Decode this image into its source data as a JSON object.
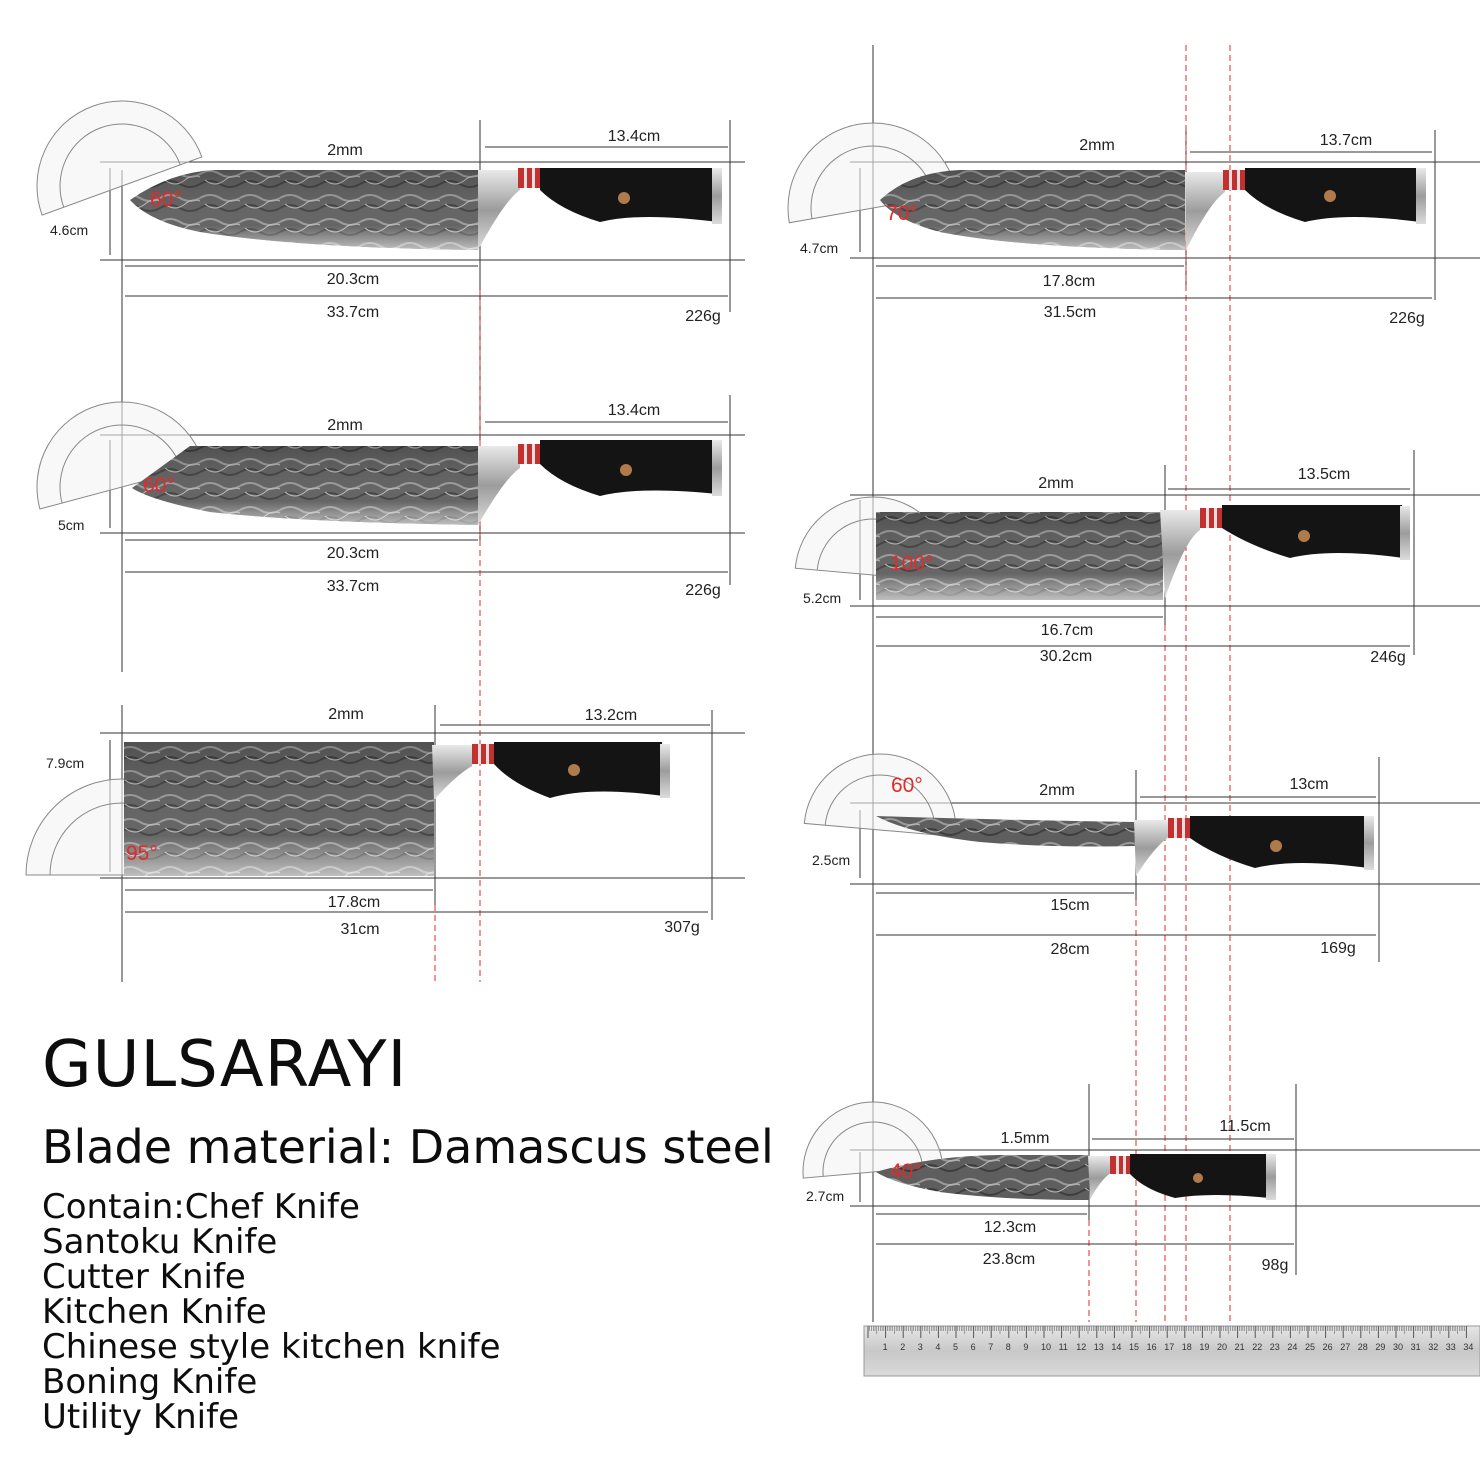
{
  "brand": "GULSARAYI",
  "material": "Blade material: Damascus steel",
  "contains": [
    "Contain:Chef Knife",
    "Santoku Knife",
    "Cutter Knife",
    "Kitchen Knife",
    "Chinese style kitchen knife",
    "Boning Knife",
    "Utility Knife"
  ],
  "knives": [
    {
      "thickness": "2mm",
      "handle": "13.4cm",
      "height": "4.6cm",
      "blade": "20.3cm",
      "total": "33.7cm",
      "weight": "226g",
      "angle": "60°"
    },
    {
      "thickness": "2mm",
      "handle": "13.4cm",
      "height": "5cm",
      "blade": "20.3cm",
      "total": "33.7cm",
      "weight": "226g",
      "angle": "60°"
    },
    {
      "thickness": "2mm",
      "handle": "13.2cm",
      "height": "7.9cm",
      "blade": "17.8cm",
      "total": "31cm",
      "weight": "307g",
      "angle": "95°"
    },
    {
      "thickness": "2mm",
      "handle": "13.7cm",
      "height": "4.7cm",
      "blade": "17.8cm",
      "total": "31.5cm",
      "weight": "226g",
      "angle": "70°"
    },
    {
      "thickness": "2mm",
      "handle": "13.5cm",
      "height": "5.2cm",
      "blade": "16.7cm",
      "total": "30.2cm",
      "weight": "246g",
      "angle": "100°"
    },
    {
      "thickness": "2mm",
      "handle": "13cm",
      "height": "2.5cm",
      "blade": "15cm",
      "total": "28cm",
      "weight": "169g",
      "angle": "60°"
    },
    {
      "thickness": "1.5mm",
      "handle": "11.5cm",
      "height": "2.7cm",
      "blade": "12.3cm",
      "total": "23.8cm",
      "weight": "98g",
      "angle": "40°"
    }
  ],
  "colors": {
    "accent_red": "#e32a2a",
    "handle": "#141414",
    "blade": "#6d6d6d",
    "line": "#333333"
  }
}
